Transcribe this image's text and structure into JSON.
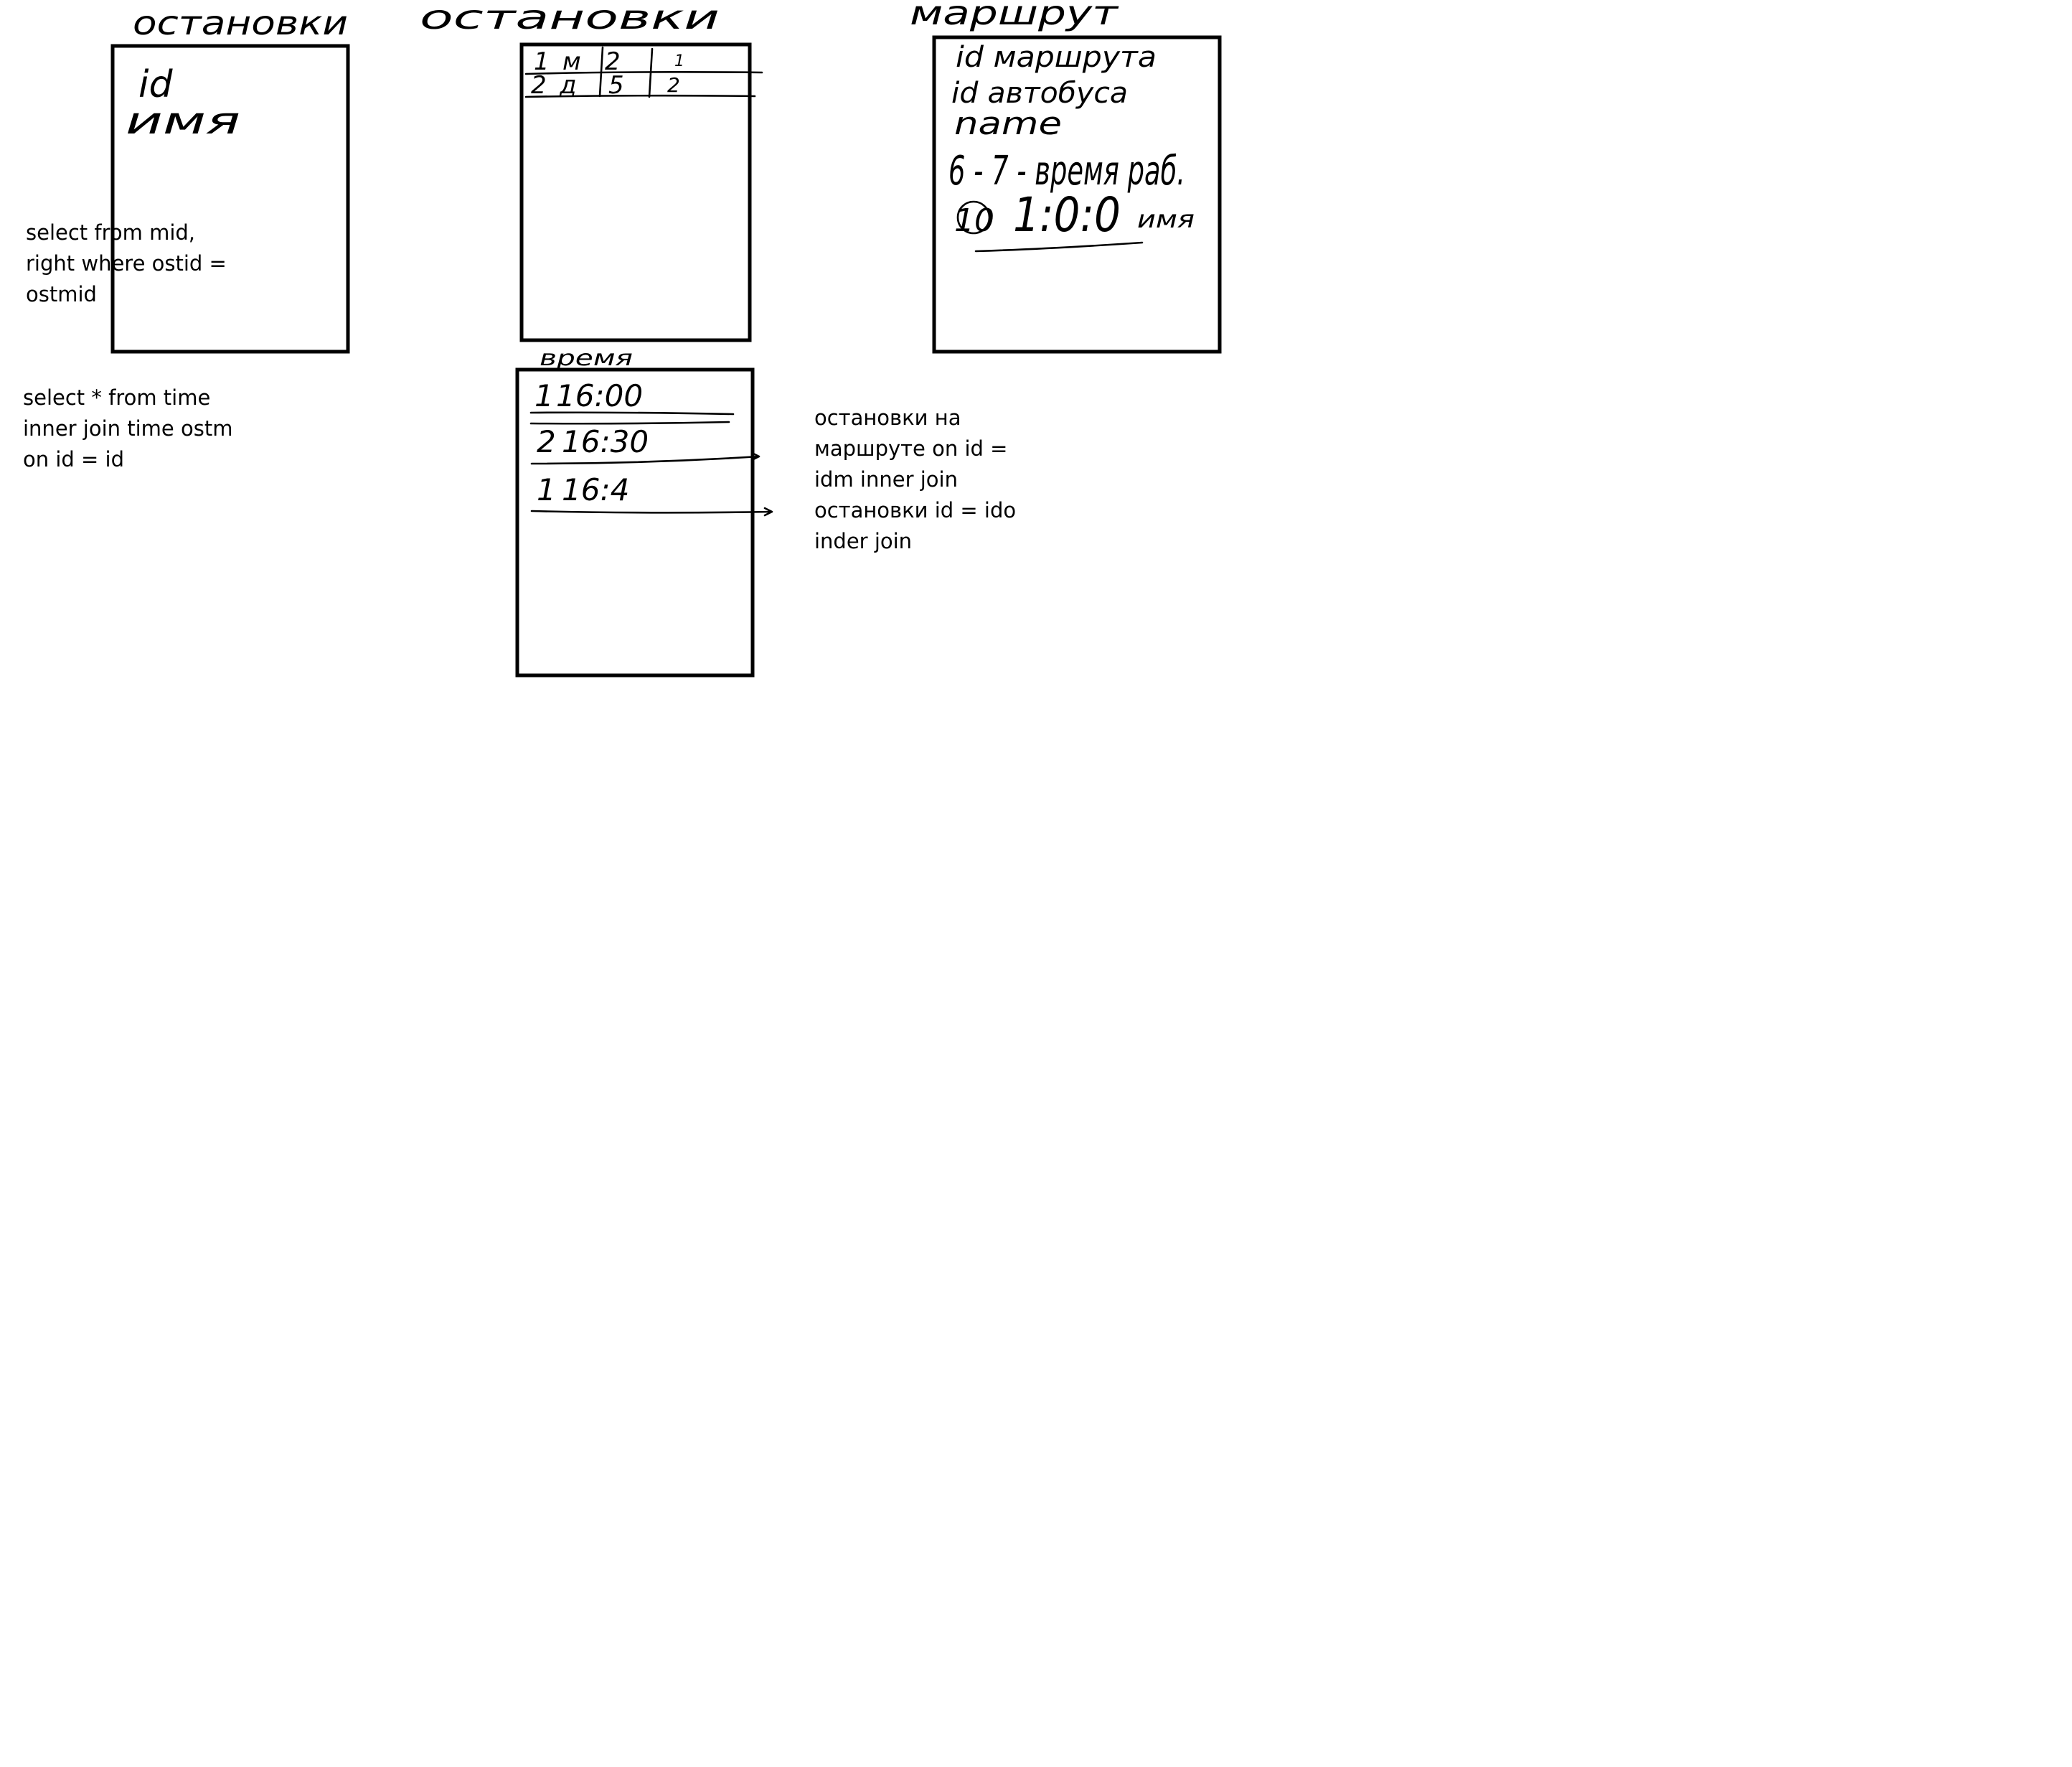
{
  "boxes": {
    "stops_a": {
      "title": "остановки",
      "fields": [
        "id",
        "имя"
      ]
    },
    "stops_b": {
      "title": "остановки",
      "rows": [
        [
          "1",
          "м",
          "2",
          "1"
        ],
        [
          "2",
          "д",
          "5",
          "2"
        ]
      ]
    },
    "time": {
      "title": "время",
      "rows": [
        [
          "1",
          "16:00"
        ],
        [
          "2",
          "16:30"
        ],
        [
          "1",
          "16:4"
        ]
      ]
    },
    "route": {
      "title": "маршрут",
      "fields": [
        "id маршрута",
        "id автобуса",
        "name"
      ],
      "example_row_1": "6 - 7 - время раб.",
      "example_row_2_num": "10",
      "example_row_2_time": "1:0:0",
      "example_row_2_suffix": "имя"
    }
  },
  "notes": {
    "left_top": [
      "select from mid,",
      "right where ostid =",
      "ostmid"
    ],
    "left_bottom": [
      "select * from time",
      "inner join time ostm",
      "on id = id"
    ],
    "right": [
      "остановки на",
      "маршруте on id =",
      "idm inner join",
      "остановки id = ido",
      "inder join"
    ]
  }
}
